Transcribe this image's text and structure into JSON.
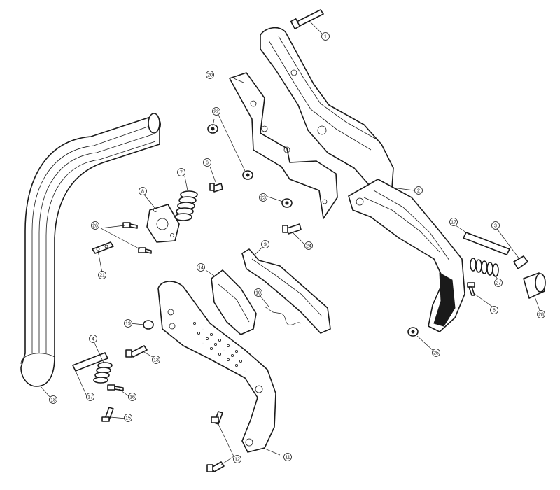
{
  "callouts": [
    {
      "id": "c1",
      "label": "1"
    },
    {
      "id": "c2",
      "label": "2"
    },
    {
      "id": "c3",
      "label": "3"
    },
    {
      "id": "c4",
      "label": "4"
    },
    {
      "id": "c6a",
      "label": "6"
    },
    {
      "id": "c6b",
      "label": "6"
    },
    {
      "id": "c7",
      "label": "7"
    },
    {
      "id": "c8",
      "label": "8"
    },
    {
      "id": "c9",
      "label": "9"
    },
    {
      "id": "c10",
      "label": "10"
    },
    {
      "id": "c11",
      "label": "11"
    },
    {
      "id": "c12",
      "label": "12"
    },
    {
      "id": "c13",
      "label": "13"
    },
    {
      "id": "c14",
      "label": "14"
    },
    {
      "id": "c15",
      "label": "15"
    },
    {
      "id": "c16",
      "label": "16"
    },
    {
      "id": "c17a",
      "label": "17"
    },
    {
      "id": "c17b",
      "label": "17"
    },
    {
      "id": "c18",
      "label": "18"
    },
    {
      "id": "c19",
      "label": "19"
    },
    {
      "id": "c20",
      "label": "20"
    },
    {
      "id": "c21",
      "label": "21"
    },
    {
      "id": "c22",
      "label": "22"
    },
    {
      "id": "c23",
      "label": "23"
    },
    {
      "id": "c24",
      "label": "24"
    },
    {
      "id": "c25",
      "label": "25"
    },
    {
      "id": "c26",
      "label": "26"
    },
    {
      "id": "c27",
      "label": "27"
    },
    {
      "id": "c28",
      "label": "28"
    }
  ]
}
